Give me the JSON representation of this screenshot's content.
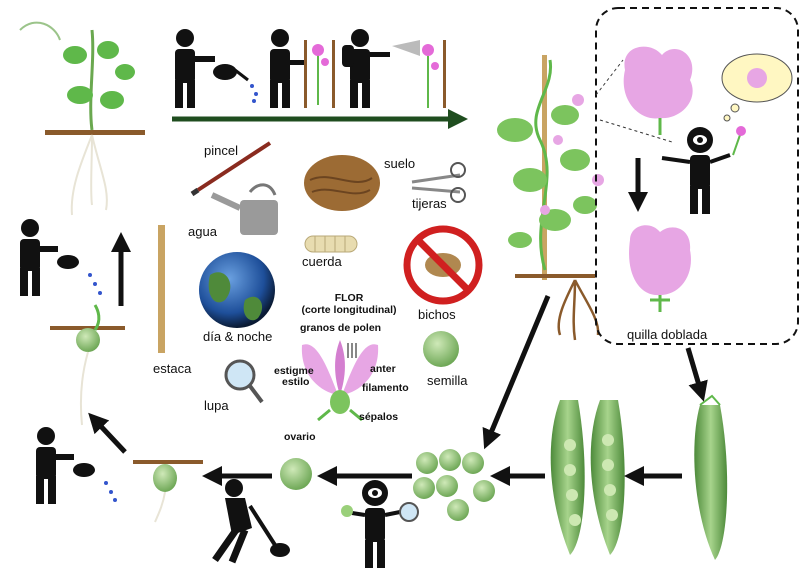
{
  "materials": {
    "pincel": "pincel",
    "suelo": "suelo",
    "tijeras": "tijeras",
    "agua": "agua",
    "cuerda": "cuerda",
    "dia_noche": "día & noche",
    "bichos": "bichos",
    "estaca": "estaca",
    "lupa": "lupa",
    "semilla": "semilla"
  },
  "flower": {
    "title_line1": "FLOR",
    "title_line2": "(corte longitudinal)",
    "granos": "granos de polen",
    "estigme": "estigme",
    "estilo": "estilo",
    "anter": "anter",
    "filamento": "filamento",
    "sepalos": "sépalos",
    "ovario": "ovario"
  },
  "inset": {
    "quilla": "quilla doblada"
  },
  "colors": {
    "leaf": "#5fb84a",
    "pod": "#6aa84f",
    "flower_pink": "#e7a6e4",
    "arrow": "#111111",
    "arrow_green": "#1f4d1f",
    "stake": "#c9a463"
  }
}
